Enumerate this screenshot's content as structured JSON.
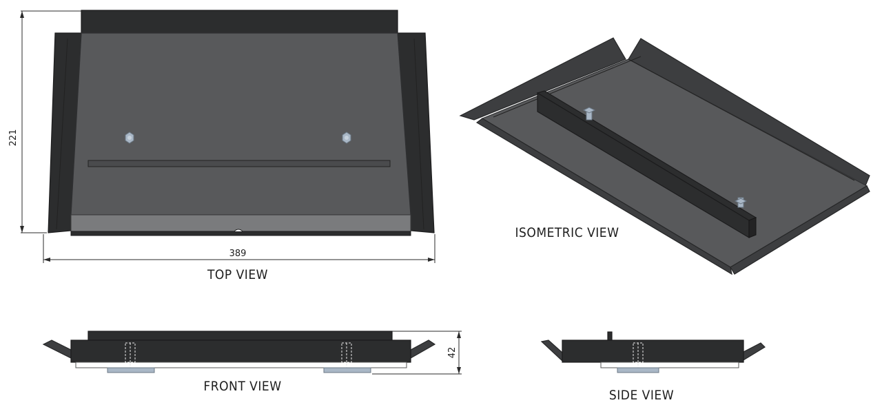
{
  "views": {
    "top": {
      "label": "TOP VIEW",
      "width_dim": "389",
      "height_dim": "221"
    },
    "isometric": {
      "label": "ISOMETRIC VIEW"
    },
    "front": {
      "label": "FRONT VIEW",
      "height_dim": "42"
    },
    "side": {
      "label": "SIDE VIEW"
    }
  },
  "colors": {
    "plate": "#58595b",
    "plate_dark": "#3d3e40",
    "bolt": "#a9b7c6"
  }
}
